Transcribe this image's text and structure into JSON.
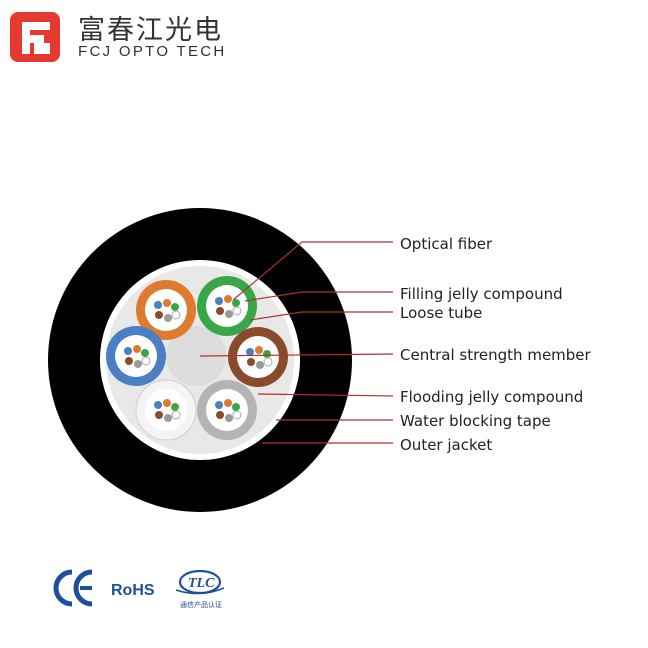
{
  "brand": {
    "name_cn": "富春江光电",
    "name_en": "FCJ OPTO TECH",
    "logo_color": "#e63a30"
  },
  "labels": [
    {
      "id": "optical-fiber",
      "text": "Optical fiber"
    },
    {
      "id": "filling-jelly",
      "text": "Filling jelly compound"
    },
    {
      "id": "loose-tube",
      "text": "Loose tube"
    },
    {
      "id": "central-member",
      "text": "Central strength member"
    },
    {
      "id": "flooding-jelly",
      "text": "Flooding jelly compound"
    },
    {
      "id": "water-tape",
      "text": "Water blocking tape"
    },
    {
      "id": "outer-jacket",
      "text": "Outer jacket"
    }
  ],
  "colors": {
    "leader_line": "#b03030",
    "jacket": "#000000",
    "tube_orange": "#e07a2e",
    "tube_green": "#3aa64a",
    "tube_blue": "#4a7fc4",
    "tube_brown": "#8a4a2c",
    "tube_white": "#f4f4f4",
    "tube_gray": "#b4b4b4",
    "center_member": "#dcdcdc"
  },
  "certifications": {
    "ce": "CE",
    "rohs": "RoHS",
    "tlc": "TLC",
    "tlc_sub": "通信产品认证"
  }
}
